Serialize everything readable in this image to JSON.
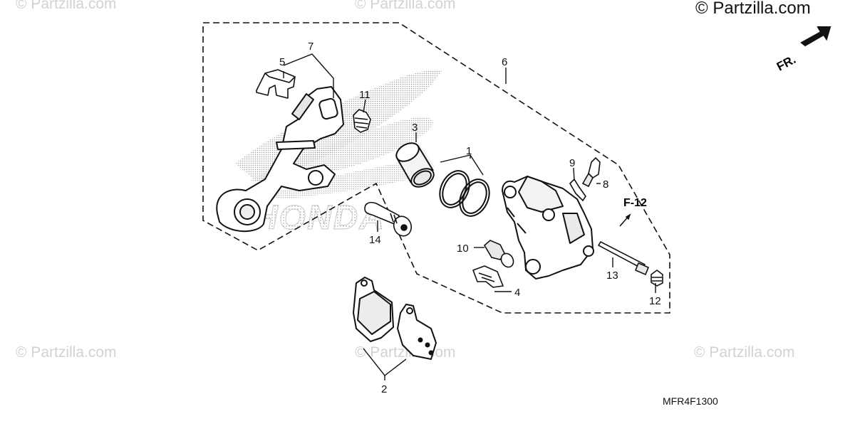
{
  "watermarks": [
    "© Partzilla.com",
    "© Partzilla.com",
    "© Partzilla.com",
    "© Partzilla.com",
    "© Partzilla.com"
  ],
  "copyright": "© Partzilla.com",
  "front_arrow_label": "FR.",
  "reference_label": "F-12",
  "diagram_code": "MFR4F1300",
  "brand_logo_text": "HONDA",
  "callouts": [
    "1",
    "2",
    "3",
    "4",
    "5",
    "6",
    "7",
    "8",
    "9",
    "10",
    "11",
    "12",
    "13",
    "14"
  ]
}
